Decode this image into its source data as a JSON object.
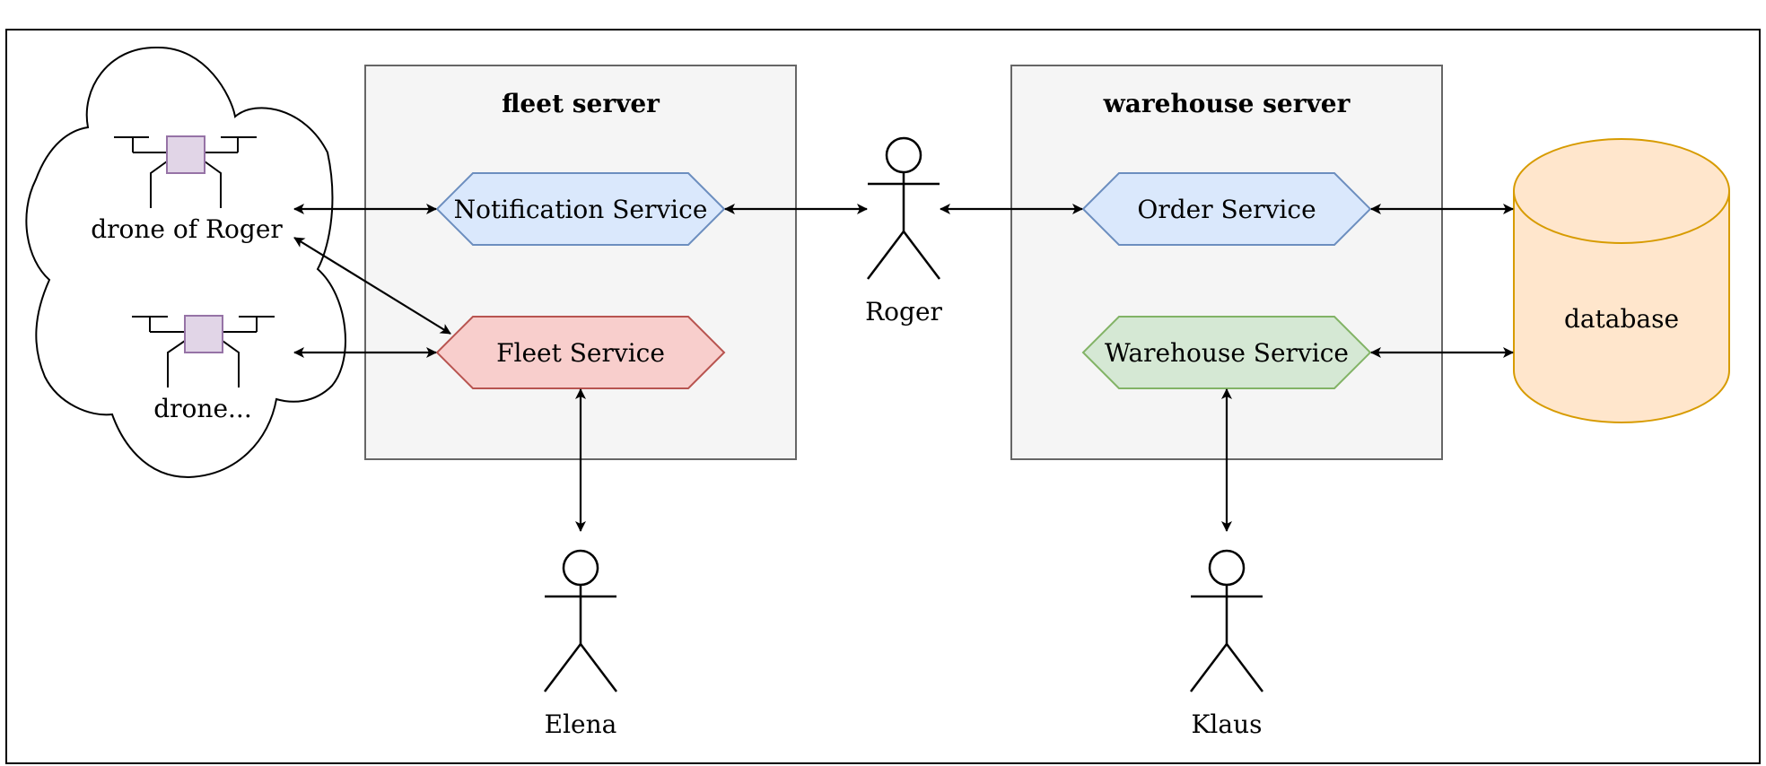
{
  "diagram": {
    "cloud": {
      "drone_roger_label": "drone of Roger",
      "drone_other_label": "drone..."
    },
    "fleet_server": {
      "title": "fleet server",
      "notification_service": "Notification Service",
      "fleet_service": "Fleet Service"
    },
    "warehouse_server": {
      "title": "warehouse server",
      "order_service": "Order Service",
      "warehouse_service": "Warehouse Service"
    },
    "actors": {
      "roger": "Roger",
      "elena": "Elena",
      "klaus": "Klaus"
    },
    "database": {
      "label": "database"
    },
    "colors": {
      "server_fill": "#f5f5f5",
      "server_stroke": "#666666",
      "blue_fill": "#dae8fc",
      "blue_stroke": "#6c8ebf",
      "red_fill": "#f8cecc",
      "red_stroke": "#b85450",
      "green_fill": "#d5e8d4",
      "green_stroke": "#82b366",
      "orange_fill": "#ffe6cc",
      "orange_stroke": "#d79b00",
      "drone_fill": "#e1d5e7",
      "drone_stroke": "#9673a6"
    }
  }
}
